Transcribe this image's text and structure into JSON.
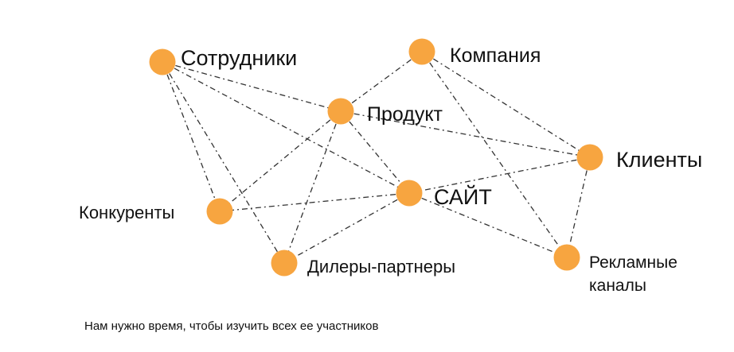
{
  "nodes": [
    {
      "id": "sotrudniki",
      "label": "Сотрудники"
    },
    {
      "id": "kompaniya",
      "label": "Компания"
    },
    {
      "id": "produkt",
      "label": "Продукт"
    },
    {
      "id": "klienty",
      "label": "Клиенты"
    },
    {
      "id": "sait",
      "label": "САЙТ"
    },
    {
      "id": "konkurenty",
      "label": "Конкуренты"
    },
    {
      "id": "dilery",
      "label": "Дилеры-партнеры"
    },
    {
      "id": "reklama",
      "label": [
        "Рекламные",
        "каналы"
      ]
    }
  ],
  "edges": [
    [
      "sotrudniki",
      "produkt"
    ],
    [
      "sotrudniki",
      "sait"
    ],
    [
      "sotrudniki",
      "konkurenty"
    ],
    [
      "sotrudniki",
      "dilery"
    ],
    [
      "kompaniya",
      "produkt"
    ],
    [
      "kompaniya",
      "klienty"
    ],
    [
      "kompaniya",
      "reklama"
    ],
    [
      "produkt",
      "klienty"
    ],
    [
      "produkt",
      "sait"
    ],
    [
      "produkt",
      "konkurenty"
    ],
    [
      "produkt",
      "dilery"
    ],
    [
      "klienty",
      "sait"
    ],
    [
      "klienty",
      "reklama"
    ],
    [
      "sait",
      "konkurenty"
    ],
    [
      "sait",
      "dilery"
    ],
    [
      "sait",
      "reklama"
    ]
  ],
  "colors": {
    "node": "#F7A540",
    "edge": "#333333",
    "text": "#111111"
  },
  "footnote": "Нам нужно время, чтобы изучить всех ее участников"
}
